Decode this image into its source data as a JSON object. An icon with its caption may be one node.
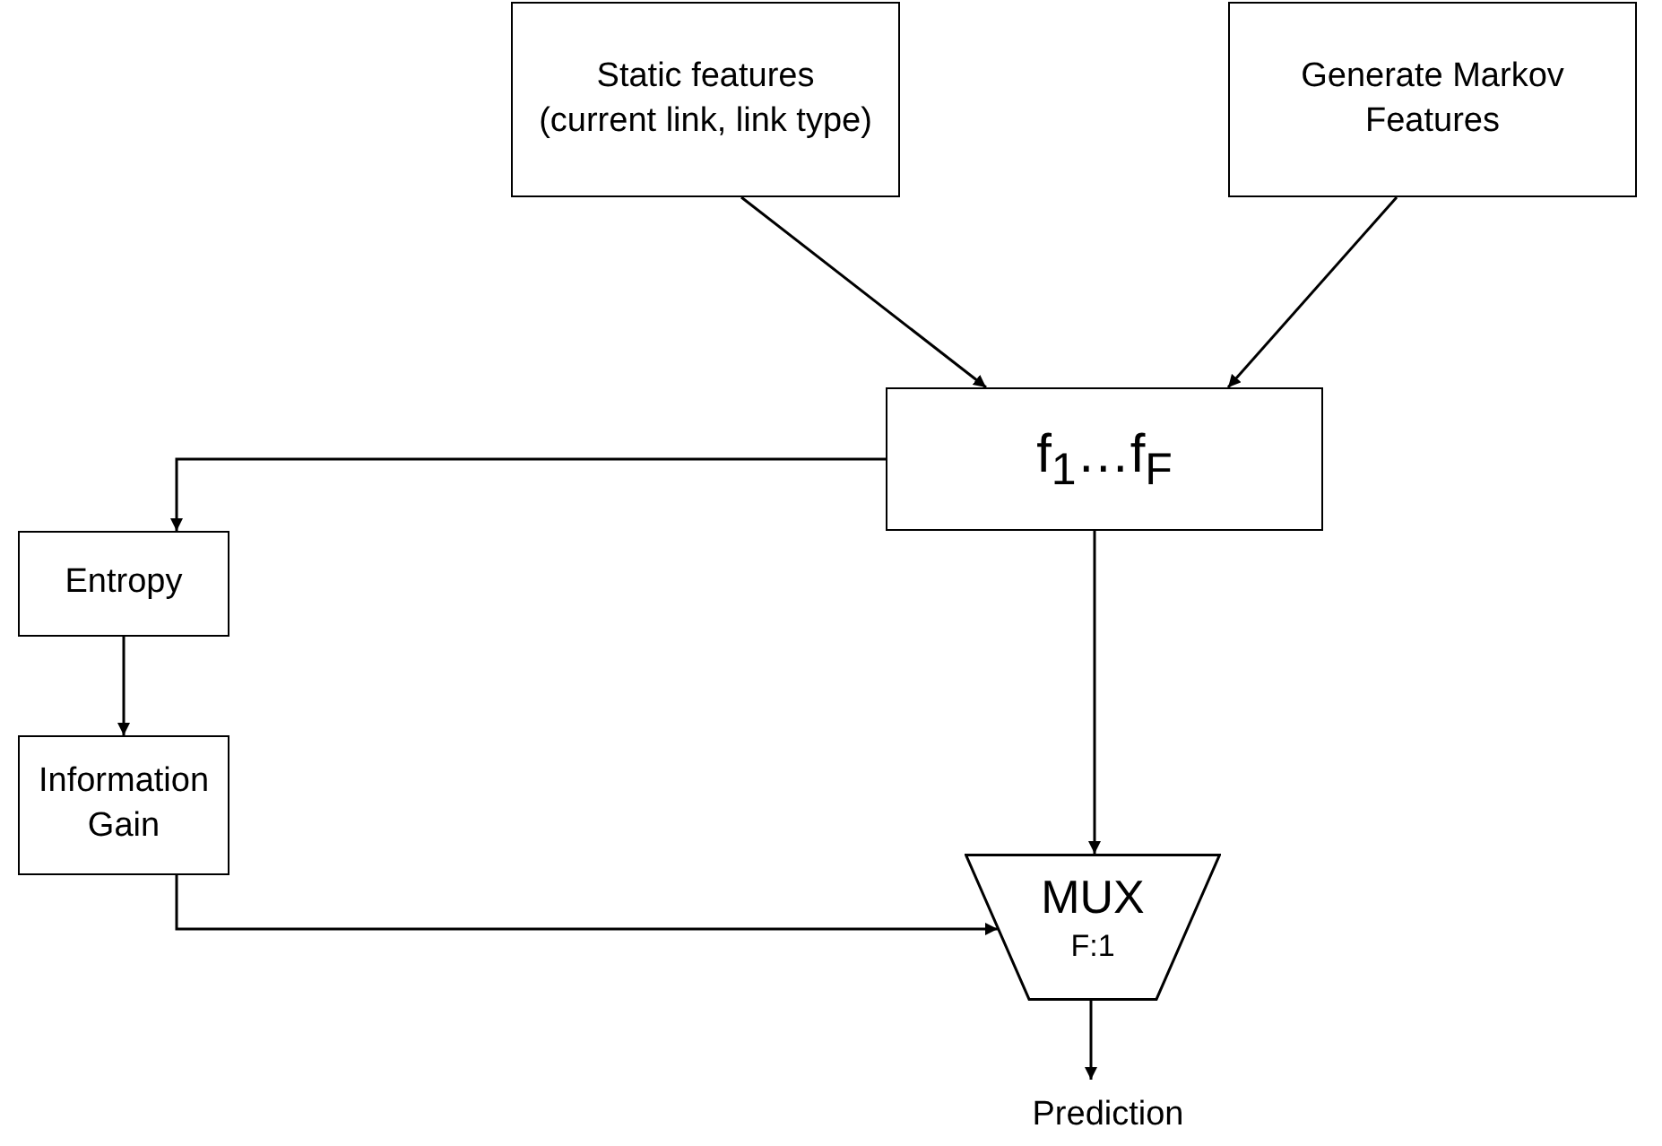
{
  "diagram": {
    "nodes": [
      {
        "text": [
          "Static features (current link, link type)"
        ]
      },
      {
        "text": [
          "Generate Markov Features"
        ]
      },
      {
        "text": [
          "f$_{1}$…f$_{F}$"
        ]
      },
      {
        "text": [
          "Entropy"
        ]
      },
      {
        "text": [
          "Information Gain"
        ]
      },
      {
        "text": [
          "MUX",
          "F:1"
        ]
      },
      {
        "text": [
          "Prediction"
        ]
      }
    ],
    "edges": [
      {
        "from": 0,
        "to": 2,
        "arrow": "to"
      },
      {
        "from": 1,
        "to": 2,
        "arrow": "to"
      },
      {
        "from": 2,
        "to": 3,
        "arrow": "to"
      },
      {
        "from": 3,
        "to": 4,
        "arrow": "to"
      },
      {
        "from": 4,
        "to": 5,
        "arrow": "to"
      },
      {
        "from": 2,
        "to": 5,
        "arrow": "to"
      },
      {
        "from": 5,
        "to": 6,
        "arrow": "to"
      }
    ]
  }
}
